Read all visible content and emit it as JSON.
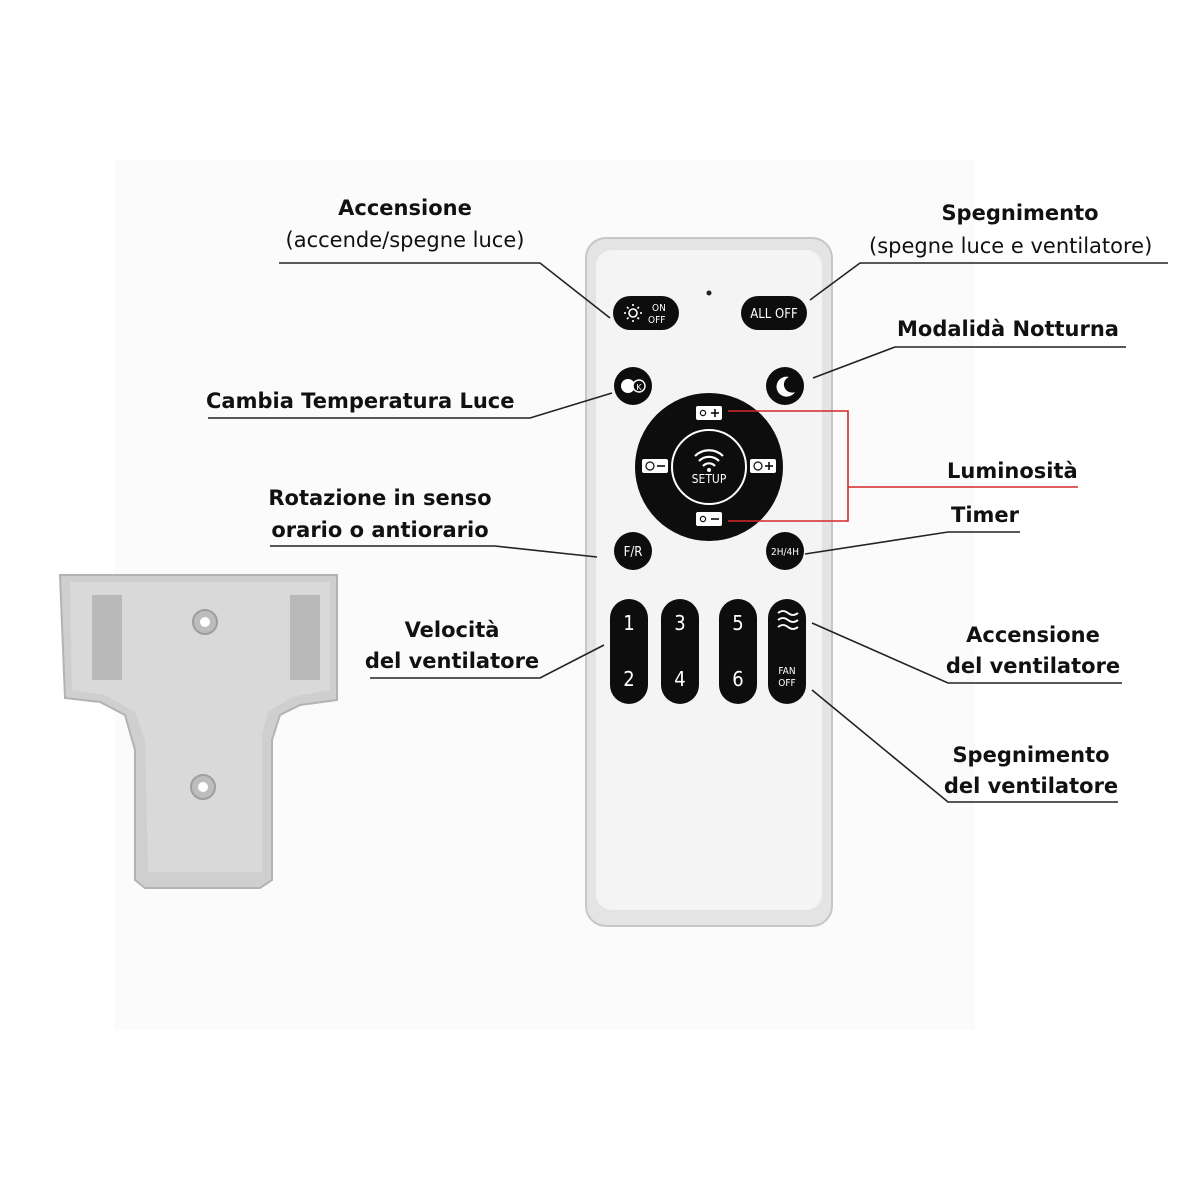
{
  "labels": {
    "accensione_title": "Accensione",
    "accensione_sub": "(accende/spegne luce)",
    "spegnimento_title": "Spegnimento",
    "spegnimento_sub": "(spegne luce e ventilatore)",
    "notturna": "Modalidà Notturna",
    "temperatura": "Cambia Temperatura Luce",
    "luminosita": "Luminosità",
    "rotazione_1": "Rotazione in senso",
    "rotazione_2": "orario o antiorario",
    "timer": "Timer",
    "velocita_1": "Velocità",
    "velocita_2": "del ventilatore",
    "acc_vent_1": "Accensione",
    "acc_vent_2": "del ventilatore",
    "spe_vent_1": "Spegnimento",
    "spe_vent_2": "del ventilatore"
  },
  "remote_buttons": {
    "on_off_top": "ON",
    "on_off_bottom": "OFF",
    "all_off": "ALL OFF",
    "setup": "SETUP",
    "fr": "F/R",
    "timer": "2H/4H",
    "speed_1": "1",
    "speed_2": "2",
    "speed_3": "3",
    "speed_4": "4",
    "speed_5": "5",
    "speed_6": "6",
    "fan_off_top": "FAN",
    "fan_off_bottom": "OFF"
  },
  "icons": {
    "light": "sun-icon",
    "color_temp": "color-temperature-icon",
    "night": "moon-star-icon",
    "wifi": "wifi-icon",
    "fan_on": "fan-waves-icon",
    "brightness_up": "brightness-plus-icon",
    "brightness_down": "brightness-minus-icon",
    "temp_warm": "color-temperature-minus-icon",
    "temp_cool": "color-temperature-plus-icon"
  },
  "colors": {
    "button": "#0d0d0d",
    "remote_body": "#f2f2f2",
    "bracket": "#c8c8c8",
    "brightness_line": "#d62828"
  }
}
